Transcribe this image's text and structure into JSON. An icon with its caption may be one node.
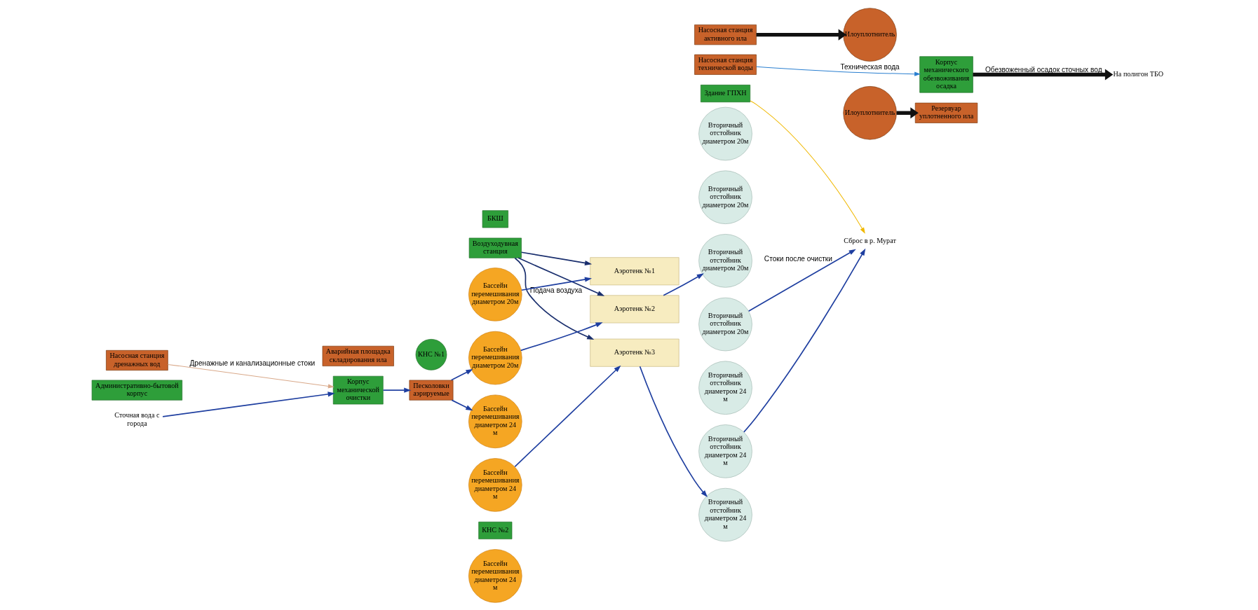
{
  "diagram": {
    "nodes": [
      {
        "text": [
          "Насосная станция дренажных вод"
        ]
      },
      {
        "text": [
          "Административно-бытовой корпус"
        ]
      },
      {
        "text": [
          "Воздуходувная станция"
        ]
      },
      {
        "text": [
          "БКШ"
        ]
      },
      {
        "text": [
          "Насосная станция активного ила"
        ]
      },
      {
        "text": [
          "Илоуплотнитель"
        ]
      },
      {
        "text": [
          "Илоуплотнитель"
        ]
      },
      {
        "text": [
          "Корпус механического обезвоживания осадка"
        ]
      },
      {
        "text": [
          "Резервуар уплотненного ила"
        ]
      },
      {
        "text": [
          "На полигон ТБО"
        ]
      },
      {
        "text": [
          "Бассейн перемешивания диаметром 20м"
        ]
      },
      {
        "text": [
          "Аэротенк №1"
        ]
      },
      {
        "text": [
          "Вторичный отстойник диаметром 20м"
        ]
      },
      {
        "text": [
          "Вторичный отстойник диаметром 20м"
        ]
      },
      {
        "text": [
          "Аварийная площадка складирования ила"
        ]
      },
      {
        "text": [
          "Корпус механической очистки"
        ]
      },
      {
        "text": [
          "КНС №1"
        ]
      },
      {
        "text": [
          "Бассейн перемешивания диаметром 20м"
        ]
      },
      {
        "text": [
          "Аэротенк №2"
        ]
      },
      {
        "text": [
          "Вторичный отстойник диаметром 20м"
        ]
      },
      {
        "text": [
          "Вторичный отстойник диаметром 20м"
        ]
      },
      {
        "text": [
          "Здание ГПХН"
        ]
      },
      {
        "text": [
          "Песколовки аэрируемые"
        ]
      },
      {
        "text": [
          "Сточная вода с города"
        ]
      },
      {
        "text": [
          "Насосная станция технической воды"
        ]
      },
      {
        "text": [
          "Сброс в р. Мурат"
        ]
      },
      {
        "text": [
          "Бассейн перемешивания диаметром 24 м"
        ]
      },
      {
        "text": [
          "Бассейн перемешивания диаметром 24 м"
        ]
      },
      {
        "text": [
          "Вторичный отстойник диаметром 24 м"
        ]
      },
      {
        "text": [
          "Вторичный отстойник диаметром 24 м"
        ]
      },
      {
        "text": [
          "КНС №2"
        ]
      },
      {
        "text": [
          "Аэротенк №3"
        ]
      },
      {
        "text": [
          "Бассейн перемешивания диаметром 24 м"
        ]
      },
      {
        "text": [
          "Вторичный отстойник диаметром 24 м"
        ]
      }
    ],
    "edges": [
      {
        "from": 0,
        "to": 15,
        "arrow": "to",
        "label": "Дренажные и канализационные стоки",
        "color": "#d9a98a"
      },
      {
        "from": 23,
        "to": 15,
        "arrow": "to"
      },
      {
        "from": 15,
        "to": 22,
        "arrow": "to"
      },
      {
        "from": 22,
        "to": 26,
        "arrow": "to"
      },
      {
        "from": 22,
        "to": 17,
        "arrow": "to"
      },
      {
        "from": 10,
        "to": 11,
        "arrow": "to"
      },
      {
        "from": 17,
        "to": 18,
        "arrow": "to"
      },
      {
        "from": 27,
        "to": 31,
        "arrow": "to"
      },
      {
        "from": 2,
        "to": 11,
        "arrow": "to",
        "color": "#1a2f6e"
      },
      {
        "from": 2,
        "to": 18,
        "arrow": "to",
        "color": "#1a2f6e"
      },
      {
        "from": 2,
        "to": 31,
        "arrow": "to",
        "label": "Подача воздуха",
        "color": "#1a2f6e"
      },
      {
        "from": 18,
        "to": 19,
        "arrow": "to"
      },
      {
        "from": 31,
        "to": 33,
        "arrow": "to"
      },
      {
        "from": 20,
        "to": 25,
        "arrow": "to",
        "label": "Стоки после очистки"
      },
      {
        "from": 29,
        "to": 25,
        "arrow": "to"
      },
      {
        "from": 21,
        "to": 25,
        "arrow": "to",
        "color": "#f0b800"
      },
      {
        "from": 24,
        "to": 7,
        "arrow": "to",
        "label": "Техническая вода",
        "color": "#2a7fd0"
      },
      {
        "from": 4,
        "to": 5,
        "arrow": "to",
        "style": "thick",
        "color": "#111111"
      },
      {
        "from": 6,
        "to": 8,
        "arrow": "to",
        "style": "thick",
        "color": "#111111"
      },
      {
        "from": 7,
        "to": 9,
        "arrow": "to",
        "label": "Обезвоженный осадок сточных вод",
        "style": "thick",
        "color": "#111111"
      }
    ]
  }
}
